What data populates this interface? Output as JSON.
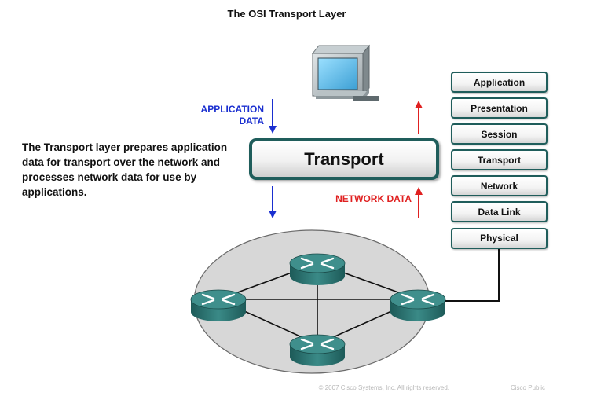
{
  "title": "The OSI Transport Layer",
  "description": "The Transport layer prepares application data for transport over the network and processes network data for use by applications.",
  "labels": {
    "application_data_line1": "APPLICATION",
    "application_data_line2": "DATA",
    "network_data": "NETWORK DATA"
  },
  "transport_box": "Transport",
  "osi_layers": [
    "Application",
    "Presentation",
    "Session",
    "Transport",
    "Network",
    "Data Link",
    "Physical"
  ],
  "colors": {
    "application_data": "#1a2fd0",
    "network_data": "#e02121",
    "layer_border": "#1f5d5b",
    "router": "#2f7e7c"
  },
  "footer": {
    "copyright": "© 2007 Cisco Systems, Inc. All rights reserved.",
    "classification": "Cisco Public"
  }
}
